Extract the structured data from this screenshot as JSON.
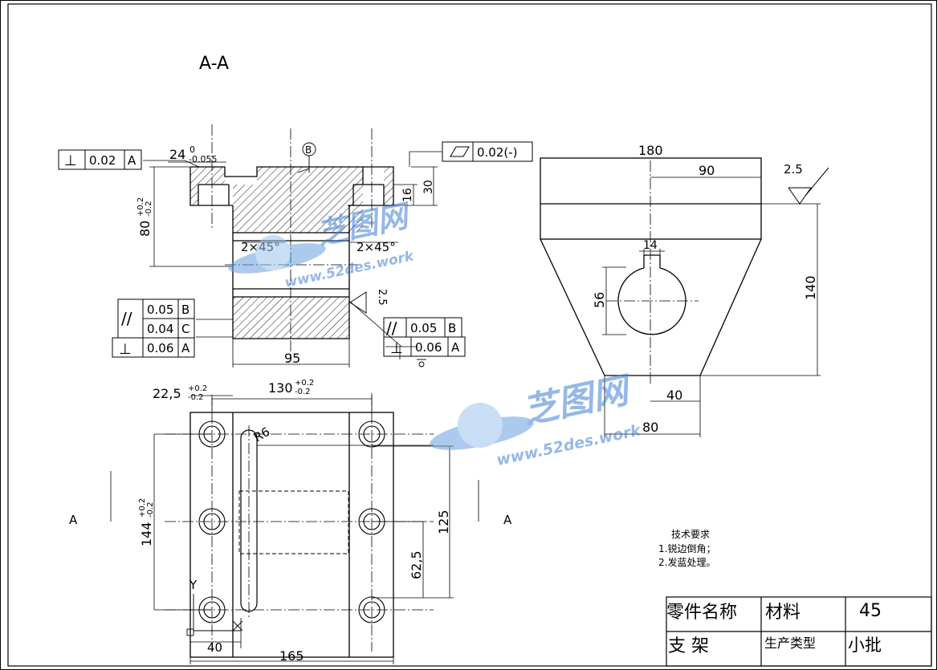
{
  "section_label": "A-A",
  "view_markers": {
    "left": "A",
    "right": "A"
  },
  "section_view": {
    "width_dim": "95",
    "top_width_dim": "24",
    "top_width_tol_upper": "0",
    "top_width_tol_lower": "-0.055",
    "height_dim": "80",
    "height_tol_upper": "+0.2",
    "height_tol_lower": "-0.2",
    "depth_16": "16",
    "depth_30": "30",
    "chamfer_left": "2×45°",
    "chamfer_right": "2×45°",
    "datum_b": "B",
    "roughness": "2.5",
    "fcf_perp_top": {
      "symbol": "⊥",
      "value": "0.02",
      "datum": "A"
    },
    "fcf_flat": {
      "symbol": "▱",
      "value": "0.02(-)"
    },
    "fcf_parallel_b": {
      "symbol": "//",
      "value": "0.05",
      "datum": "B"
    },
    "fcf_parallel_c": {
      "value": "0.04",
      "datum": "C"
    },
    "fcf_perp_left": {
      "symbol": "⊥",
      "value": "0.06",
      "datum": "A"
    },
    "fcf_parallel_right": {
      "symbol": "//",
      "value": "0.05",
      "datum": "B"
    },
    "fcf_perp_right": {
      "symbol": "⊥",
      "value": "0.06",
      "datum": "A"
    }
  },
  "plan_view": {
    "dim_offset": "22,5",
    "dim_offset_tol_upper": "+0.2",
    "dim_offset_tol_lower": "-0.2",
    "dim_span": "130",
    "dim_span_tol_upper": "+0.2",
    "dim_span_tol_lower": "-0.2",
    "dim_height": "144",
    "dim_height_tol_upper": "+0.2",
    "dim_height_tol_lower": "-0.2",
    "dim_125": "125",
    "dim_62_5": "62,5",
    "dim_40": "40",
    "dim_165": "165",
    "radius": "R6",
    "axis_y": "Y",
    "axis_x": "X"
  },
  "side_view": {
    "dim_180": "180",
    "dim_90": "90",
    "dim_14": "14",
    "dim_56": "56",
    "dim_140": "140",
    "dim_40": "40",
    "dim_80": "80",
    "roughness": "2.5"
  },
  "tech_requirements": {
    "title": "技术要求",
    "items": [
      "1.锐边倒角；",
      "2.发蓝处理。"
    ]
  },
  "title_block": {
    "part_name_label": "零件名称",
    "material_label": "材料",
    "material_value": "45",
    "part_name_value": "支 架",
    "production_type_label": "生产类型",
    "production_type_value": "小批"
  },
  "watermark": {
    "brand": "芝图网",
    "url": "www.52des.work"
  }
}
